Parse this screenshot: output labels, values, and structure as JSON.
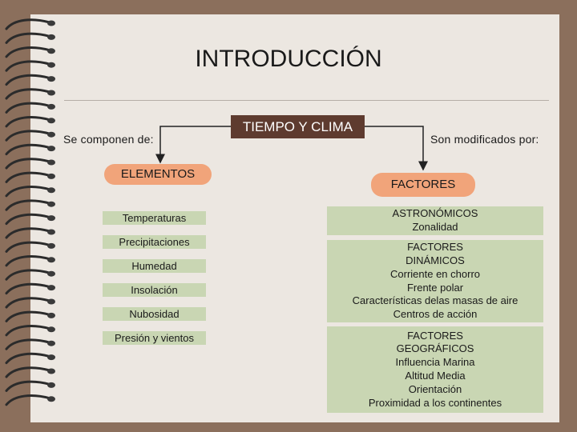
{
  "title": "INTRODUCCIÓN",
  "center": "TIEMPO Y CLIMA",
  "left_label": "Se componen de:",
  "right_label": "Son modificados por:",
  "elementos": {
    "heading": "ELEMENTOS",
    "items": [
      "Temperaturas",
      "Precipitaciones",
      "Humedad",
      "Insolación",
      "Nubosidad",
      "Presión y vientos"
    ]
  },
  "factores": {
    "heading": "FACTORES",
    "groups": [
      {
        "lines": [
          "ASTRONÓMICOS",
          "Zonalidad"
        ]
      },
      {
        "lines": [
          "FACTORES",
          "DINÁMICOS",
          "Corriente en chorro",
          "Frente polar",
          "Características delas masas de aire",
          "Centros de acción"
        ]
      },
      {
        "lines": [
          "FACTORES",
          "GEOGRÁFICOS",
          "Influencia Marina",
          "Altitud Media",
          "Orientación",
          "Proximidad a los continentes"
        ]
      }
    ]
  },
  "colors": {
    "background": "#8b6f5c",
    "page": "#ece7e1",
    "center_box": "#5e3b2f",
    "pill": "#f1a47a",
    "green_box": "#c9d6b3"
  }
}
